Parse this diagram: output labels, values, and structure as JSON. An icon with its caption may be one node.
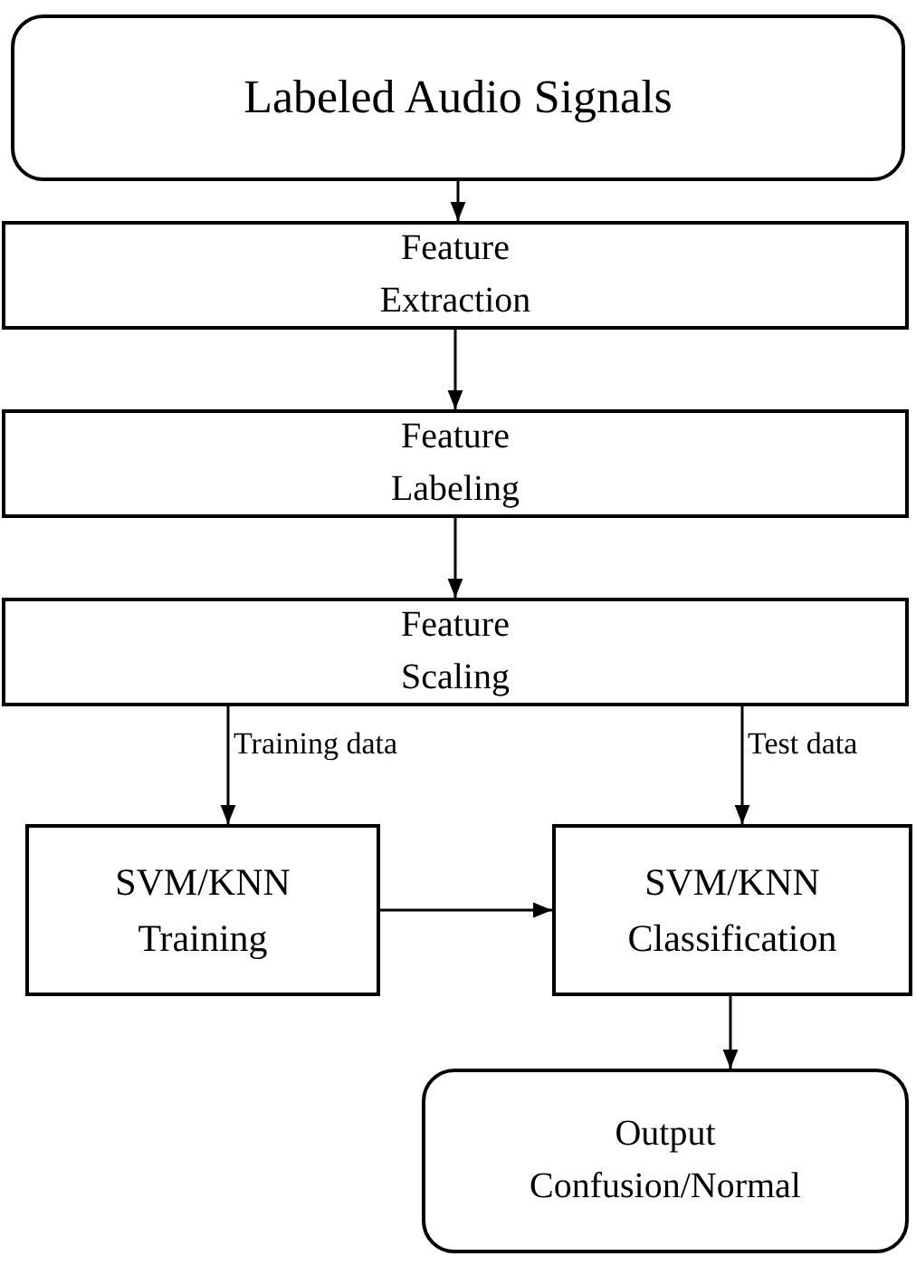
{
  "diagram": {
    "nodes": [
      {
        "text": [
          "Labeled Audio Signals"
        ]
      },
      {
        "text": [
          "Feature Extraction"
        ]
      },
      {
        "text": [
          "Feature Labeling"
        ]
      },
      {
        "text": [
          "Feature Scaling"
        ]
      },
      {
        "text": [
          "SVM/KNN Training"
        ]
      },
      {
        "text": [
          "SVM/KNN Classification"
        ]
      },
      {
        "text": [
          "Output Confusion/Normal"
        ]
      }
    ],
    "edges": [
      {
        "from": 0,
        "to": 1,
        "arrow": "to"
      },
      {
        "from": 1,
        "to": 2,
        "arrow": "to"
      },
      {
        "from": 2,
        "to": 3,
        "arrow": "to"
      },
      {
        "from": 3,
        "to": 4,
        "arrow": "to",
        "label": "Training data"
      },
      {
        "from": 3,
        "to": 5,
        "arrow": "to",
        "label": "Test data"
      },
      {
        "from": 4,
        "to": 5,
        "arrow": "to"
      },
      {
        "from": 5,
        "to": 6,
        "arrow": "to"
      }
    ]
  }
}
